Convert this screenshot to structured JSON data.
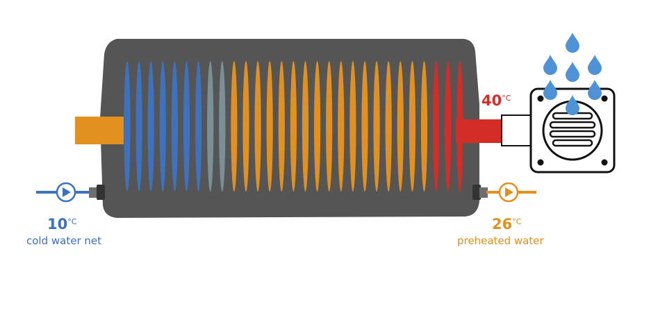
{
  "colors": {
    "tank": "#555555",
    "cold": "#3c72c0",
    "mid": "#7b9096",
    "warm": "#e2901f",
    "hot": "#d42c27",
    "grey_connector": "#6e6e6e",
    "drop": "#4f92d6"
  },
  "fin_colors": [
    "cold",
    "cold",
    "cold",
    "cold",
    "cold",
    "cold",
    "cold",
    "mid",
    "mid",
    "warm",
    "warm",
    "warm",
    "warm",
    "warm",
    "warm",
    "warm",
    "warm",
    "warm",
    "warm",
    "warm",
    "warm",
    "warm",
    "warm",
    "warm",
    "warm",
    "warm",
    "hot",
    "hot",
    "hot"
  ],
  "inlet": {
    "temperature_value": "10",
    "temperature_unit": "°C",
    "label": "cold water net"
  },
  "outlet": {
    "temperature_value": "26",
    "temperature_unit": "°C",
    "label": "preheated water"
  },
  "heat_source": {
    "temperature_value": "40",
    "temperature_unit": "°C"
  },
  "icons": {
    "inlet_pump": "pump-icon",
    "outlet_pump": "pump-icon",
    "drain": "shower-drain-icon",
    "drops": "water-drop-icon"
  }
}
